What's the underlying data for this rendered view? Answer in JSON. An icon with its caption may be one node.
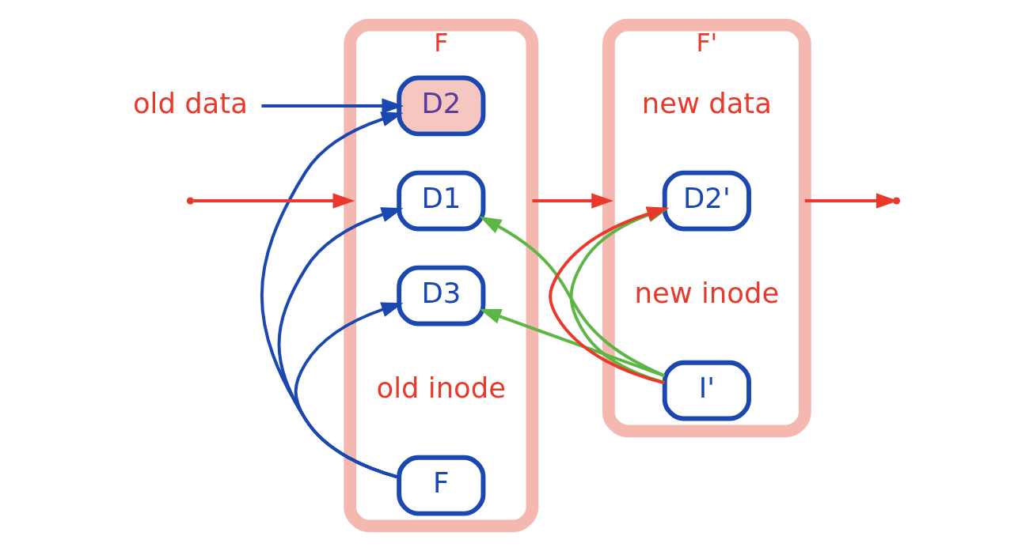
{
  "diagram": {
    "nodes": [
      {
        "text": [
          "F"
        ]
      },
      {
        "text": [
          "D1"
        ],
        "in": 0
      },
      {
        "text": [
          "D2"
        ],
        "in": 0
      },
      {
        "text": [
          "D3"
        ],
        "in": 0
      },
      {
        "text": [
          "F"
        ],
        "in": 0,
        "beside": [
          "old inode"
        ]
      },
      {
        "text": [
          "F'"
        ]
      },
      {
        "text": [
          "D2'"
        ],
        "in": 5,
        "beside": [
          "new data"
        ]
      },
      {
        "text": [
          "I'"
        ],
        "in": 5,
        "beside": [
          "new inode"
        ]
      },
      {
        "text": [
          "old data"
        ]
      }
    ],
    "edges": [
      {
        "from": null,
        "to": 0,
        "arrow": "to",
        "color": "#e8392a"
      },
      {
        "from": 0,
        "to": 5,
        "arrow": "to",
        "color": "#e8392a"
      },
      {
        "from": 5,
        "to": null,
        "arrow": "to",
        "color": "#e8392a"
      },
      {
        "from": 4,
        "to": 1,
        "arrow": "to",
        "color": "#1a47b0"
      },
      {
        "from": 4,
        "to": 2,
        "arrow": "to",
        "color": "#1a47b0"
      },
      {
        "from": 4,
        "to": 3,
        "arrow": "to",
        "color": "#1a47b0"
      },
      {
        "from": 7,
        "to": 1,
        "arrow": "to",
        "color": "#5db544"
      },
      {
        "from": 7,
        "to": 3,
        "arrow": "to",
        "color": "#5db544"
      },
      {
        "from": 7,
        "to": 6,
        "arrow": "to",
        "color": "#5db544"
      },
      {
        "from": 7,
        "to": 6,
        "arrow": "to",
        "color": "#e8392a"
      },
      {
        "from": 8,
        "to": 2,
        "arrow": "to",
        "color": "#1a47b0"
      }
    ]
  }
}
